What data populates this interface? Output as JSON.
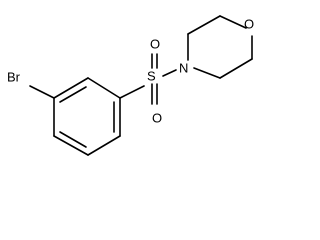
{
  "molecule": {
    "atoms": {
      "bromine": "Br",
      "sulfur": "S",
      "sulfonyl_oxygen_top": "O",
      "sulfonyl_oxygen_bottom": "O",
      "morpholine_nitrogen": "N",
      "morpholine_oxygen": "O"
    }
  }
}
